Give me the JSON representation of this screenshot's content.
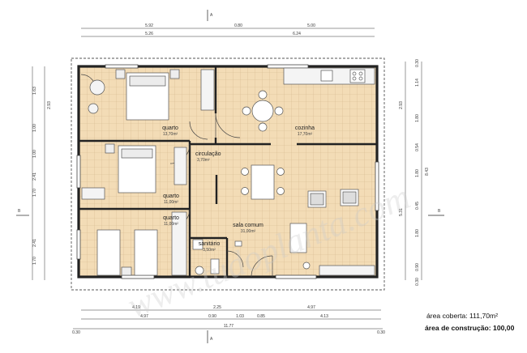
{
  "dimensions": {
    "top_row1": [
      "5.92",
      "0.80",
      "5.00"
    ],
    "top_row2": [
      "5.26",
      "6.24"
    ],
    "bottom_row1": [
      "4.19",
      "2.25",
      "4.97"
    ],
    "bottom_row2": [
      "4.97",
      "0.90",
      "1.03",
      "0.85",
      "4.13"
    ],
    "bottom_total": [
      "0.30",
      "11.77",
      "0.30"
    ],
    "left_outer": [
      "1.63",
      "1.00",
      "1.00",
      "2.41",
      "1.70",
      "2.41",
      "1.70"
    ],
    "left_inner": [
      "2.93"
    ],
    "right_inner": [
      "0.30",
      "1.14",
      "1.80",
      "0.54",
      "1.80",
      "0.45",
      "1.80",
      "0.90",
      "0.30"
    ],
    "right_total": [
      "8.43"
    ],
    "right_left_mid": [
      "2.93"
    ],
    "right_outer_total": [
      "5.31"
    ]
  },
  "rooms": [
    {
      "name": "quarto",
      "area": "13,70m²"
    },
    {
      "name": "cozinha",
      "area": "17,70m²"
    },
    {
      "name": "circulação",
      "area": "3,70m²"
    },
    {
      "name": "quarto",
      "area": "11,00m²"
    },
    {
      "name": "quarto",
      "area": "11,00m²"
    },
    {
      "name": "sala comum",
      "area": "31,00m²"
    },
    {
      "name": "sanitário",
      "area": "3,50m²"
    }
  ],
  "areas": {
    "coberta": "área coberta: 111,70m²",
    "construcao": "área de construção: 100,00"
  },
  "section_marks": [
    "A",
    "A",
    "B",
    "B"
  ],
  "watermark": "www.tudoplanta.com"
}
